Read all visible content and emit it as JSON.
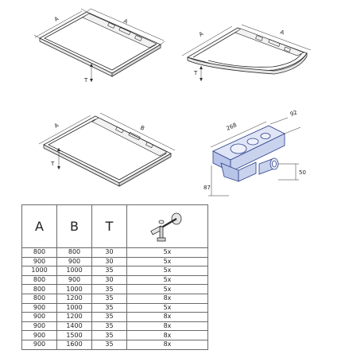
{
  "drawings": {
    "square_tray": {
      "dim_a": "A",
      "dim_b": "A",
      "dim_t": "T"
    },
    "quadrant_tray": {
      "dim_a": "A",
      "dim_b": "A",
      "dim_t": "T"
    },
    "rectangular_tray": {
      "dim_a": "A",
      "dim_b": "B",
      "dim_t": "T"
    },
    "drain_trap": {
      "length": "268",
      "width": "92",
      "height": "87",
      "outlet_height": "50"
    }
  },
  "table": {
    "headers": [
      "A",
      "B",
      "T"
    ],
    "feet_icon": "adjustable-foot-icon",
    "rows": [
      [
        "800",
        "800",
        "30",
        "5x"
      ],
      [
        "900",
        "900",
        "30",
        "5x"
      ],
      [
        "1000",
        "1000",
        "35",
        "5x"
      ],
      [
        "800",
        "900",
        "30",
        "5x"
      ],
      [
        "800",
        "1000",
        "35",
        "5x"
      ],
      [
        "800",
        "1200",
        "35",
        "8x"
      ],
      [
        "900",
        "1000",
        "35",
        "5x"
      ],
      [
        "900",
        "1200",
        "35",
        "8x"
      ],
      [
        "900",
        "1400",
        "35",
        "8x"
      ],
      [
        "900",
        "1500",
        "35",
        "8x"
      ],
      [
        "900",
        "1600",
        "35",
        "8x"
      ]
    ]
  },
  "colors": {
    "line": "#2a2a2a",
    "trap_fill": "#c9d3ee",
    "trap_line": "#2b3f8a"
  }
}
